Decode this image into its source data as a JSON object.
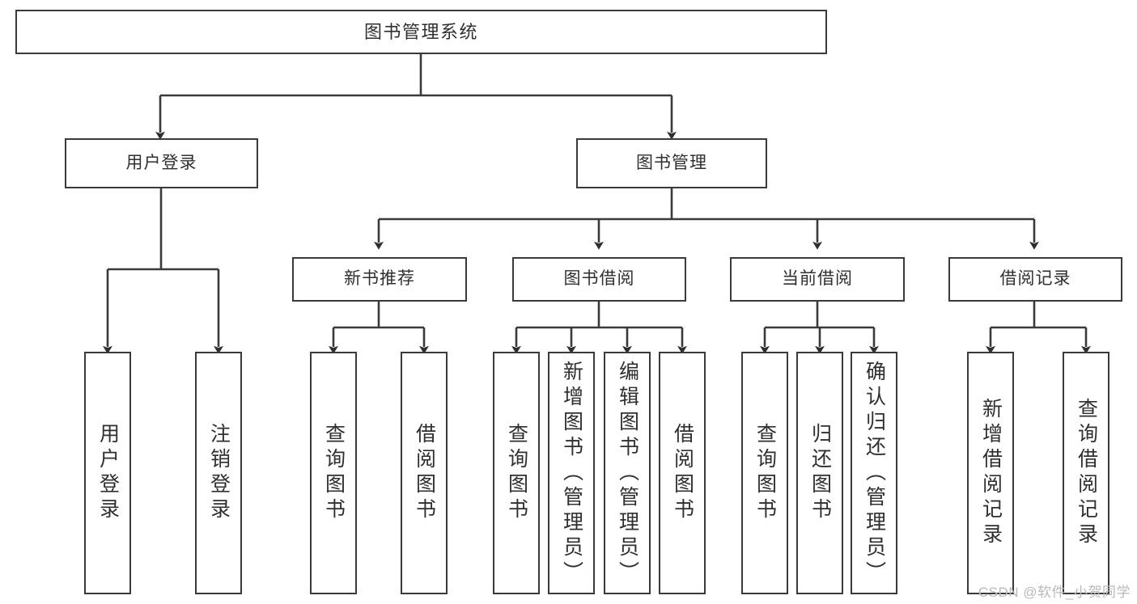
{
  "diagram": {
    "title": "图书管理系统",
    "type": "hierarchy-tree",
    "watermark": "CSDN @软件_小贺同学",
    "colors": {
      "stroke": "#3a3a3a",
      "text": "#2f2f2f",
      "background": "#ffffff",
      "watermark": "#b9b9b9"
    },
    "levels": {
      "root": {
        "label": "图书管理系统"
      },
      "level2": [
        {
          "label": "用户登录"
        },
        {
          "label": "图书管理"
        }
      ],
      "level3": [
        {
          "label": "新书推荐"
        },
        {
          "label": "图书借阅"
        },
        {
          "label": "当前借阅"
        },
        {
          "label": "借阅记录"
        }
      ],
      "leaves": [
        {
          "label": "用户登录",
          "parent": "用户登录"
        },
        {
          "label": "注销登录",
          "parent": "用户登录"
        },
        {
          "label": "查询图书",
          "parent": "新书推荐"
        },
        {
          "label": "借阅图书",
          "parent": "新书推荐"
        },
        {
          "label": "查询图书",
          "parent": "图书借阅"
        },
        {
          "label": "新增图书（管理员）",
          "parent": "图书借阅"
        },
        {
          "label": "编辑图书（管理员）",
          "parent": "图书借阅"
        },
        {
          "label": "借阅图书",
          "parent": "图书借阅"
        },
        {
          "label": "查询图书",
          "parent": "当前借阅"
        },
        {
          "label": "归还图书",
          "parent": "当前借阅"
        },
        {
          "label": "确认归还（管理员）",
          "parent": "当前借阅"
        },
        {
          "label": "新增借阅记录",
          "parent": "借阅记录"
        },
        {
          "label": "查询借阅记录",
          "parent": "借阅记录"
        }
      ]
    }
  }
}
